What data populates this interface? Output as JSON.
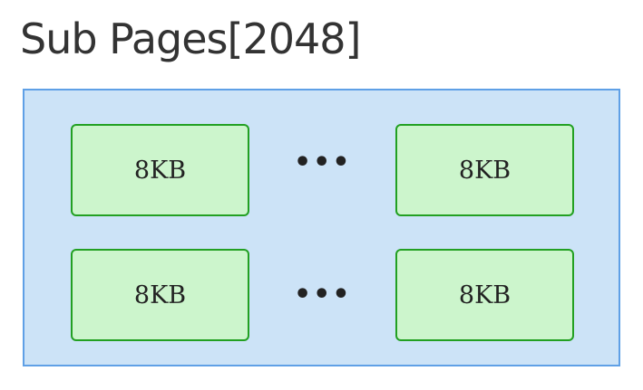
{
  "title": "Sub Pages[2048]",
  "ellipsis": "•••",
  "rows": [
    {
      "left_label": "8KB",
      "right_label": "8KB"
    },
    {
      "left_label": "8KB",
      "right_label": "8KB"
    }
  ],
  "colors": {
    "container_fill": "#cce3f7",
    "container_border": "#5fa0e6",
    "page_fill": "#ccf5cc",
    "page_border": "#22a022"
  }
}
